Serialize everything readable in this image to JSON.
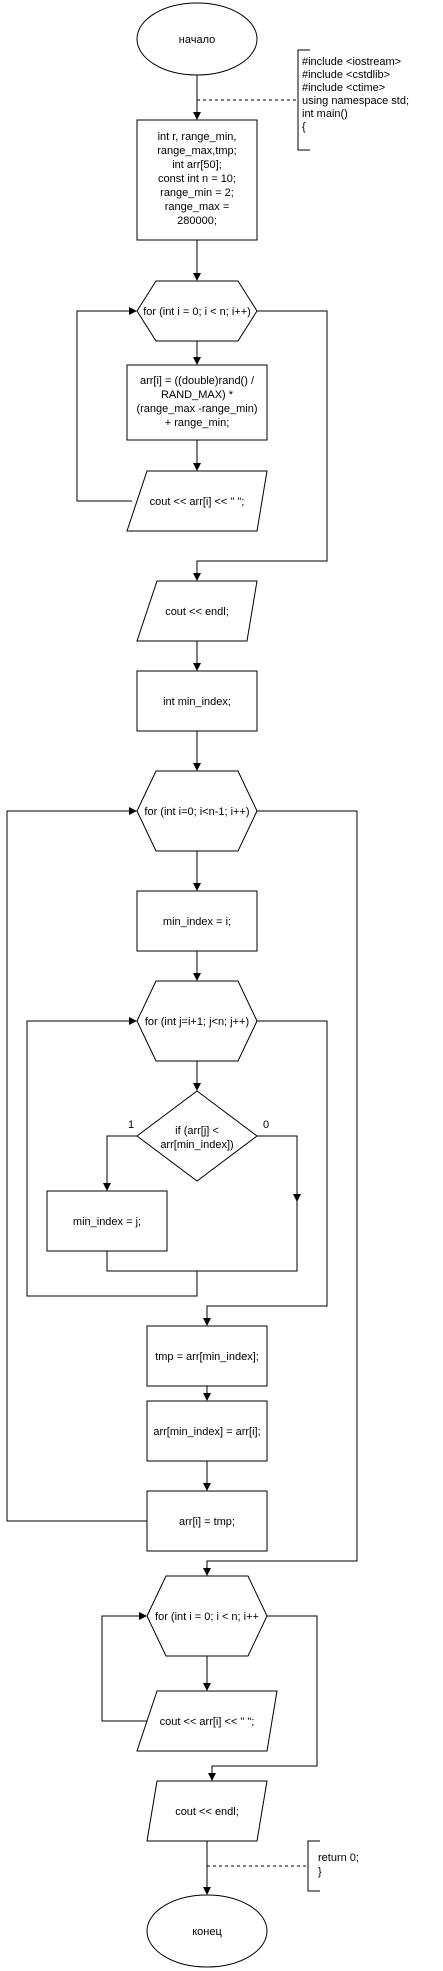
{
  "diagram": {
    "start": "начало",
    "header_note": [
      "#include <iostream>",
      "#include <cstdlib>",
      "#include <ctime>",
      "using namespace std;",
      "int main()",
      "{"
    ],
    "decl": [
      "int r, range_min,",
      "range_max,tmp;",
      "int arr[50];",
      "const int n = 10;",
      "range_min = 2;",
      "range_max =",
      "280000;"
    ],
    "loop1": "for (int i = 0; i < n; i++)",
    "assign_rand": [
      "arr[i] = ((double)rand() /",
      "RAND_MAX) *",
      "(range_max -range_min)",
      "+ range_min;"
    ],
    "print1": "cout << arr[i] << \" \";",
    "endl1": "cout << endl;",
    "min_decl": "int min_index;",
    "loop2": "for (int i=0; i<n-1; i++)",
    "min_assign_i": "min_index = i;",
    "loop3": "for (int j=i+1; j<n; j++)",
    "condition": [
      "if (arr[j] <",
      "arr[min_index])"
    ],
    "yes_label": "1",
    "no_label": "0",
    "min_assign_j": "min_index = j;",
    "swap1": "tmp = arr[min_index];",
    "swap2": "arr[min_index] = arr[i];",
    "swap3": "arr[i] = tmp;",
    "loop4": "for (int i = 0; i < n; i++",
    "print2": "cout << arr[i] << \" \";",
    "endl2": "cout << endl;",
    "footer_note": [
      "return 0;",
      "}"
    ],
    "end": "конец"
  }
}
